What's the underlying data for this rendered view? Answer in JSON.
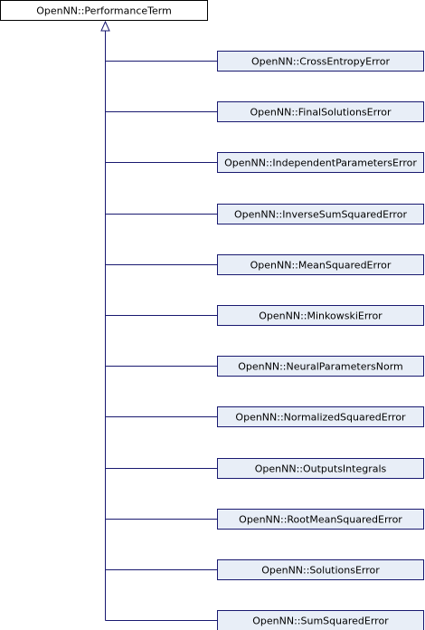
{
  "diagram": {
    "type": "class-inheritance-graph",
    "base_class": "OpenNN::PerformanceTerm",
    "derived_classes": [
      "OpenNN::CrossEntropyError",
      "OpenNN::FinalSolutionsError",
      "OpenNN::IndependentParametersError",
      "OpenNN::InverseSumSquaredError",
      "OpenNN::MeanSquaredError",
      "OpenNN::MinkowskiError",
      "OpenNN::NeuralParametersNorm",
      "OpenNN::NormalizedSquaredError",
      "OpenNN::OutputsIntegrals",
      "OpenNN::RootMeanSquaredError",
      "OpenNN::SolutionsError",
      "OpenNN::SumSquaredError"
    ],
    "colors": {
      "edge": "#191970",
      "child_fill": "#e8eef7",
      "child_border": "#191970",
      "root_fill": "#ffffff",
      "root_border": "#000000"
    }
  }
}
